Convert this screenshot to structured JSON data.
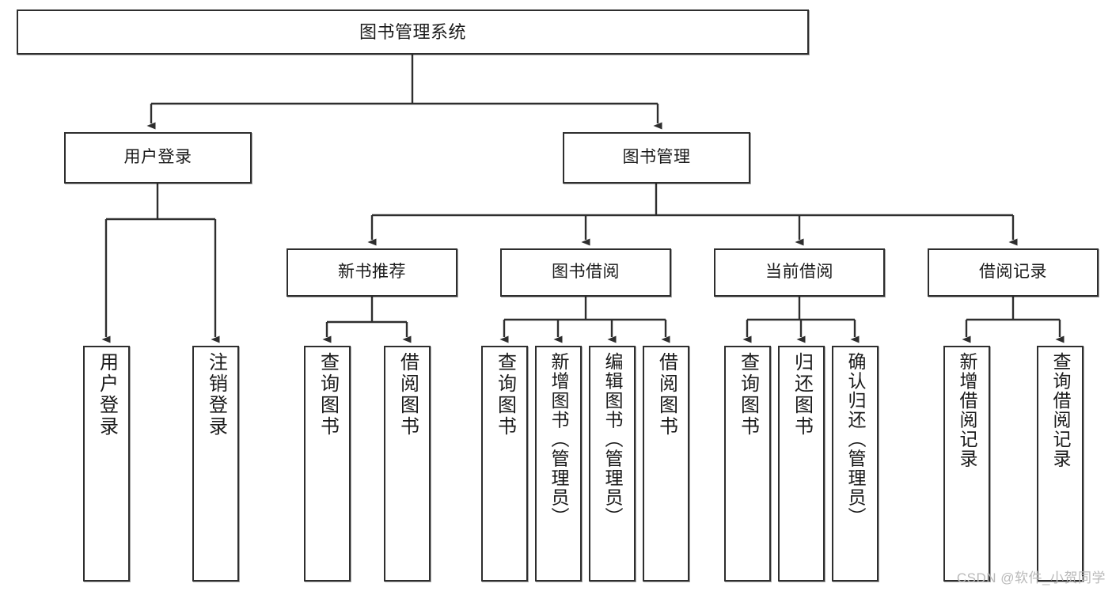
{
  "diagram": {
    "title": "图书管理系统",
    "watermark": "CSDN @软件_小贺同学",
    "colors": {
      "box_border": "#2e2e2e",
      "box_fill": "#ffffff",
      "edge": "#2e2e2e",
      "text": "#1a1a1a",
      "watermark": "#b9b9b9"
    },
    "nodes": {
      "root": {
        "label": "图书管理系统"
      },
      "level1": [
        {
          "label": "用户登录"
        },
        {
          "label": "图书管理"
        }
      ],
      "level2": [
        {
          "label": "新书推荐"
        },
        {
          "label": "图书借阅"
        },
        {
          "label": "当前借阅"
        },
        {
          "label": "借阅记录"
        }
      ],
      "leaves": {
        "user_login": [
          {
            "label": "用户登录"
          },
          {
            "label": "注销登录"
          }
        ],
        "new_book_recommend": [
          {
            "label": "查询图书"
          },
          {
            "label": "借阅图书"
          }
        ],
        "book_borrow": [
          {
            "label": "查询图书"
          },
          {
            "label": "新增图书（管理员）"
          },
          {
            "label": "编辑图书（管理员）"
          },
          {
            "label": "借阅图书"
          }
        ],
        "current_borrow": [
          {
            "label": "查询图书"
          },
          {
            "label": "归还图书"
          },
          {
            "label": "确认归还（管理员）"
          }
        ],
        "borrow_record": [
          {
            "label": "新增借阅记录"
          },
          {
            "label": "查询借阅记录"
          }
        ]
      }
    }
  }
}
